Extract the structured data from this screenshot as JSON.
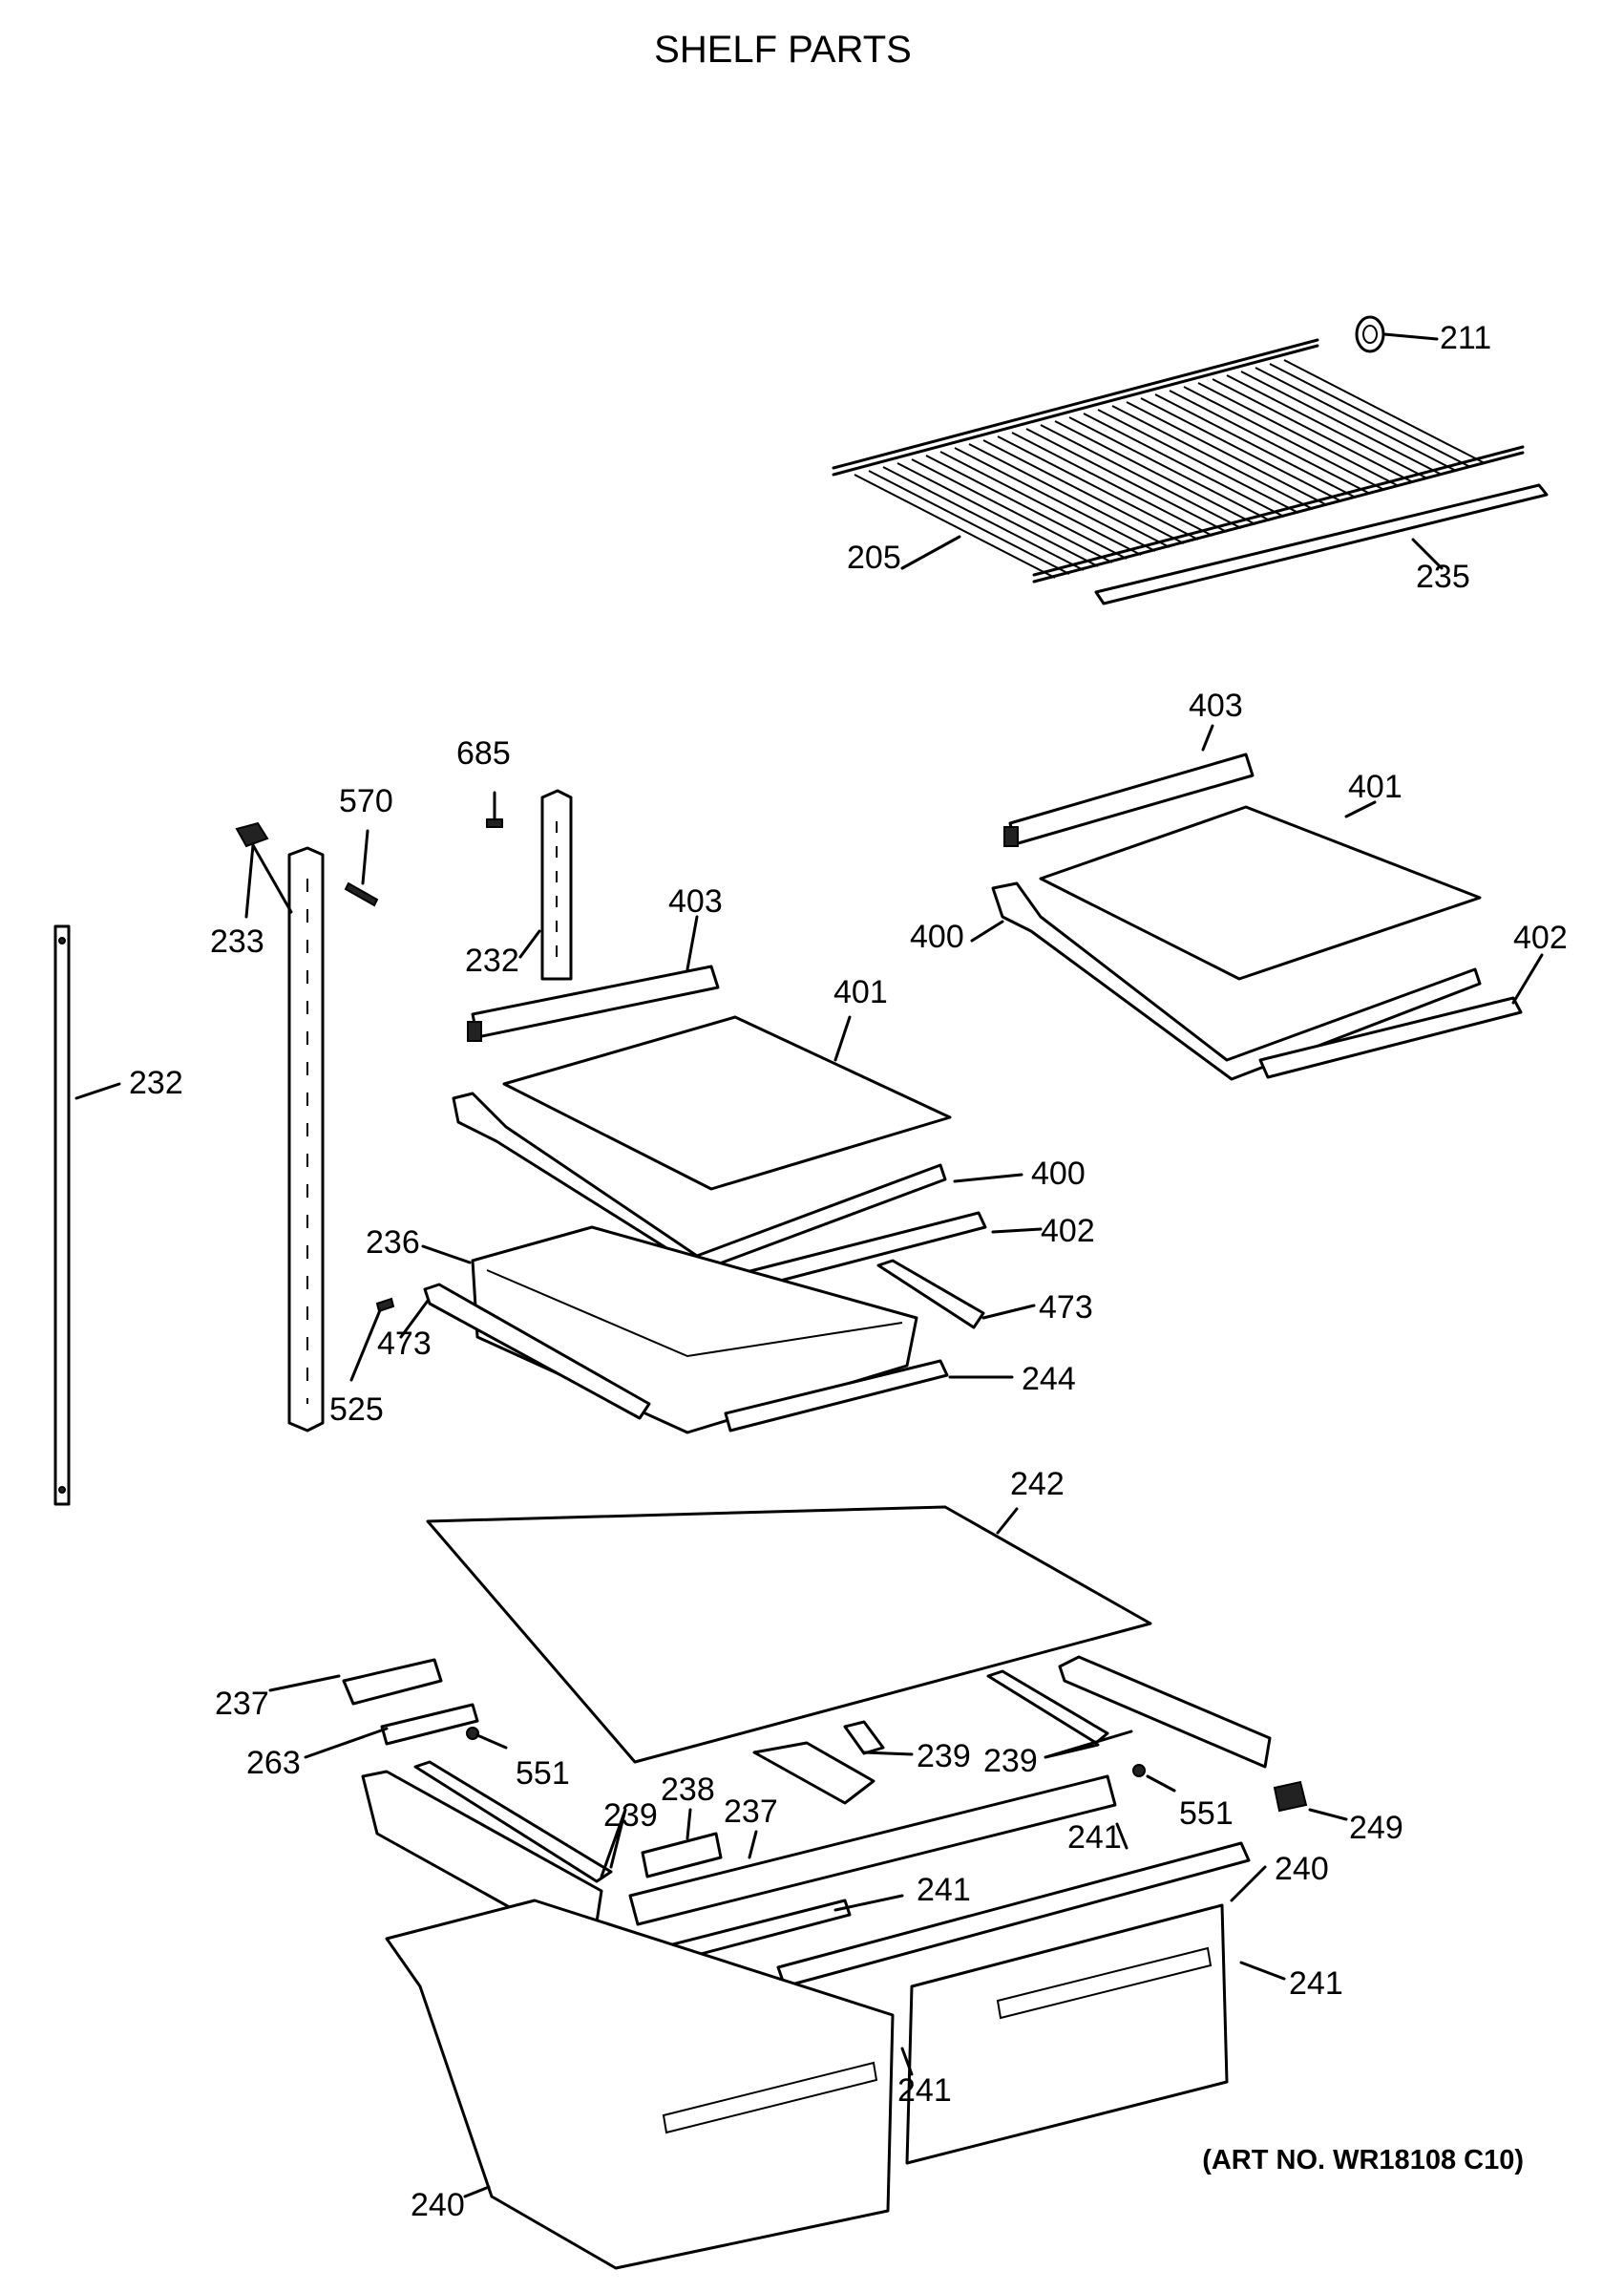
{
  "title": "SHELF PARTS",
  "art_no": "(ART NO. WR18108 C10)",
  "callouts": [
    {
      "id": "c211",
      "text": "211"
    },
    {
      "id": "c205",
      "text": "205"
    },
    {
      "id": "c235",
      "text": "235"
    },
    {
      "id": "c403a",
      "text": "403"
    },
    {
      "id": "c401a",
      "text": "401"
    },
    {
      "id": "c400a",
      "text": "400"
    },
    {
      "id": "c402a",
      "text": "402"
    },
    {
      "id": "c685",
      "text": "685"
    },
    {
      "id": "c570",
      "text": "570"
    },
    {
      "id": "c233",
      "text": "233"
    },
    {
      "id": "c232a",
      "text": "232"
    },
    {
      "id": "c232b",
      "text": "232"
    },
    {
      "id": "c403b",
      "text": "403"
    },
    {
      "id": "c401b",
      "text": "401"
    },
    {
      "id": "c400b",
      "text": "400"
    },
    {
      "id": "c402b",
      "text": "402"
    },
    {
      "id": "c236",
      "text": "236"
    },
    {
      "id": "c473a",
      "text": "473"
    },
    {
      "id": "c473b",
      "text": "473"
    },
    {
      "id": "c525",
      "text": "525"
    },
    {
      "id": "c244",
      "text": "244"
    },
    {
      "id": "c242",
      "text": "242"
    },
    {
      "id": "c237a",
      "text": "237"
    },
    {
      "id": "c263",
      "text": "263"
    },
    {
      "id": "c551a",
      "text": "551"
    },
    {
      "id": "c239a",
      "text": "239"
    },
    {
      "id": "c239b",
      "text": "239"
    },
    {
      "id": "c239c",
      "text": "239"
    },
    {
      "id": "c238",
      "text": "238"
    },
    {
      "id": "c237b",
      "text": "237"
    },
    {
      "id": "c241a",
      "text": "241"
    },
    {
      "id": "c551b",
      "text": "551"
    },
    {
      "id": "c249",
      "text": "249"
    },
    {
      "id": "c241b",
      "text": "241"
    },
    {
      "id": "c240a",
      "text": "240"
    },
    {
      "id": "c241c",
      "text": "241"
    },
    {
      "id": "c241d",
      "text": "241"
    },
    {
      "id": "c240b",
      "text": "240"
    }
  ]
}
